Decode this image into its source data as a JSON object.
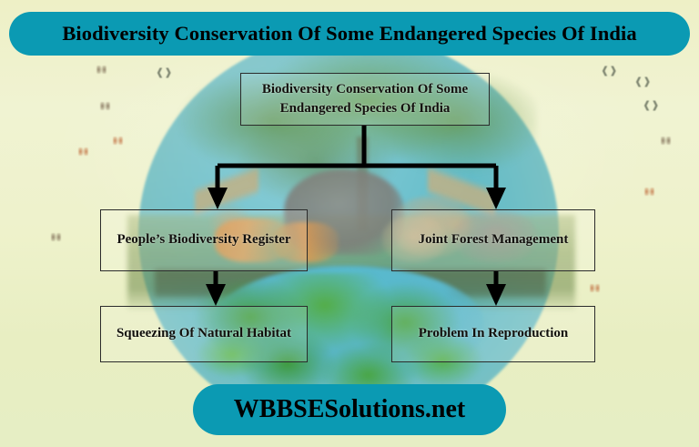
{
  "title_banner": {
    "text": "Biodiversity Conservation Of Some Endangered Species Of India",
    "background_color": "#0b9ab3",
    "text_color": "#000000"
  },
  "footer_banner": {
    "text": "WBBSESolutions.net",
    "background_color": "#0b9ab3",
    "text_color": "#000000"
  },
  "background": {
    "description": "blurred photo of wildlife on a green globe",
    "base_color": "#eef2c9",
    "globe_color": "#5ab9c9",
    "foliage_color": "#49a043"
  },
  "flowchart": {
    "type": "tree",
    "root": {
      "id": "node-root",
      "label": "Biodiversity Conservation Of Some Endangered Species Of India"
    },
    "branches": [
      {
        "id": "node-pbr",
        "label": "People’s Biodiversity Register",
        "child": {
          "id": "node-habitat",
          "label": "Squeezing Of Natural Habitat"
        }
      },
      {
        "id": "node-jfm",
        "label": "Joint Forest Management",
        "child": {
          "id": "node-repro",
          "label": "Problem In Reproduction"
        }
      }
    ],
    "box_border_color": "#2b2b2b",
    "connector_color": "#000000"
  }
}
